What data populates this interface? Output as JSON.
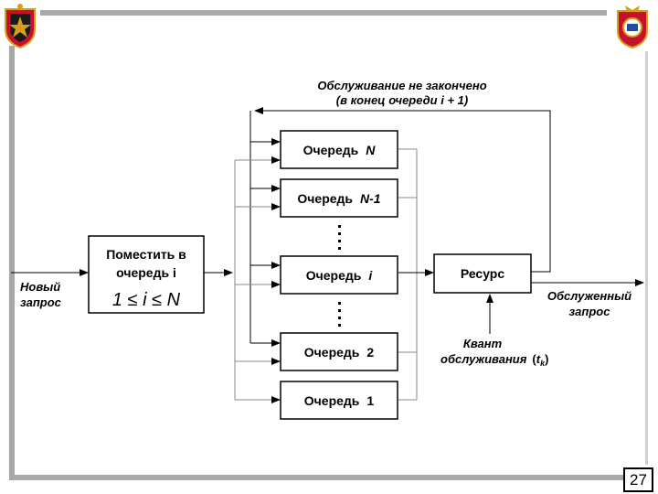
{
  "diagram": {
    "feedback_label_line1": "Обслуживание  не  закончено",
    "feedback_label_line2": "(в  конец  очереди  i + 1)",
    "new_request_line1": "Новый",
    "new_request_line2": "запрос",
    "place_box_line1": "Поместить  в",
    "place_box_line2": "очередь  i",
    "place_box_formula": "1 ≤ i ≤ N",
    "queue_word": "Очередь",
    "queues": [
      {
        "suffix": "N"
      },
      {
        "suffix": "N-1"
      },
      {
        "suffix": "i"
      },
      {
        "suffix": "2"
      },
      {
        "suffix": "1"
      }
    ],
    "resource_label": "Ресурс",
    "served_line1": "Обслуженный",
    "served_line2": "запрос",
    "quantum_line1": "Квант",
    "quantum_line2": "обслуживания",
    "quantum_symbol": "t",
    "quantum_subscript": "k"
  },
  "page_number": "27",
  "colors": {
    "frame": "#a8a8a8",
    "stroke": "#000000",
    "emblem_red": "#c8102e",
    "emblem_gold": "#d4a017",
    "emblem_dark": "#1a1a1a"
  }
}
